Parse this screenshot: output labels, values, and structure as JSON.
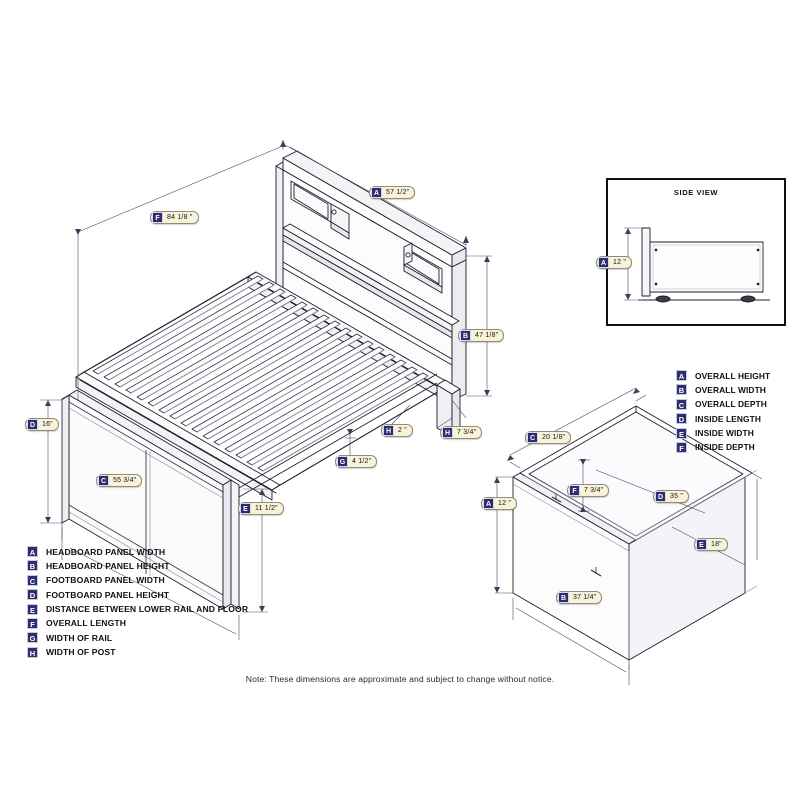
{
  "document": {
    "type": "furniture-dimension-diagram",
    "note": "Note:  These dimensions are approximate and subject to change without notice."
  },
  "side_view": {
    "title": "SIDE VIEW",
    "callouts": [
      {
        "tag": "A",
        "value": "12 \""
      }
    ]
  },
  "bed_diagram": {
    "name": "bookcase-platform-bed-isometric",
    "callouts": [
      {
        "tag": "F",
        "value": "84 1/8 \""
      },
      {
        "tag": "A",
        "value": "57 1/2\""
      },
      {
        "tag": "B",
        "value": "47 1/8\""
      },
      {
        "tag": "D",
        "value": "16\""
      },
      {
        "tag": "C",
        "value": "55 3/4\""
      },
      {
        "tag": "E",
        "value": "11 1/2\""
      },
      {
        "tag": "G",
        "value": "4 1/2\""
      },
      {
        "tag": "H",
        "value": "2 \""
      },
      {
        "tag": "H",
        "value": "7 3/4\""
      }
    ]
  },
  "drawer_diagram": {
    "name": "under-bed-drawer-isometric",
    "callouts": [
      {
        "tag": "C",
        "value": "20 1/8\""
      },
      {
        "tag": "A",
        "value": "12 \""
      },
      {
        "tag": "F",
        "value": "7 3/4\""
      },
      {
        "tag": "D",
        "value": "35 \""
      },
      {
        "tag": "E",
        "value": "18\""
      },
      {
        "tag": "B",
        "value": "37 1/4\""
      }
    ]
  },
  "legend_bed": {
    "title": "bed-legend",
    "items": [
      {
        "tag": "A",
        "label": "HEADBOARD PANEL WIDTH"
      },
      {
        "tag": "B",
        "label": "HEADBOARD PANEL HEIGHT"
      },
      {
        "tag": "C",
        "label": "FOOTBOARD PANEL WIDTH"
      },
      {
        "tag": "D",
        "label": "FOOTBOARD PANEL HEIGHT"
      },
      {
        "tag": "E",
        "label": "DISTANCE BETWEEN LOWER RAIL AND FLOOR"
      },
      {
        "tag": "F",
        "label": "OVERALL LENGTH"
      },
      {
        "tag": "G",
        "label": "WIDTH OF RAIL"
      },
      {
        "tag": "H",
        "label": "WIDTH OF POST"
      }
    ]
  },
  "legend_drawer": {
    "title": "drawer-legend",
    "items": [
      {
        "tag": "A",
        "label": "OVERALL HEIGHT"
      },
      {
        "tag": "B",
        "label": "OVERALL WIDTH"
      },
      {
        "tag": "C",
        "label": "OVERALL DEPTH"
      },
      {
        "tag": "D",
        "label": "INSIDE LENGTH"
      },
      {
        "tag": "E",
        "label": "INSIDE WIDTH"
      },
      {
        "tag": "F",
        "label": "INSIDE DEPTH"
      }
    ]
  },
  "colors": {
    "tag_background": "#2d2d72",
    "tag_text": "#ffffff",
    "callout_background": "#f7f2d8",
    "callout_border": "#8d8d7a",
    "line": "#3a3a52",
    "outline": "#1a1a2a",
    "page_background": "#ffffff"
  }
}
